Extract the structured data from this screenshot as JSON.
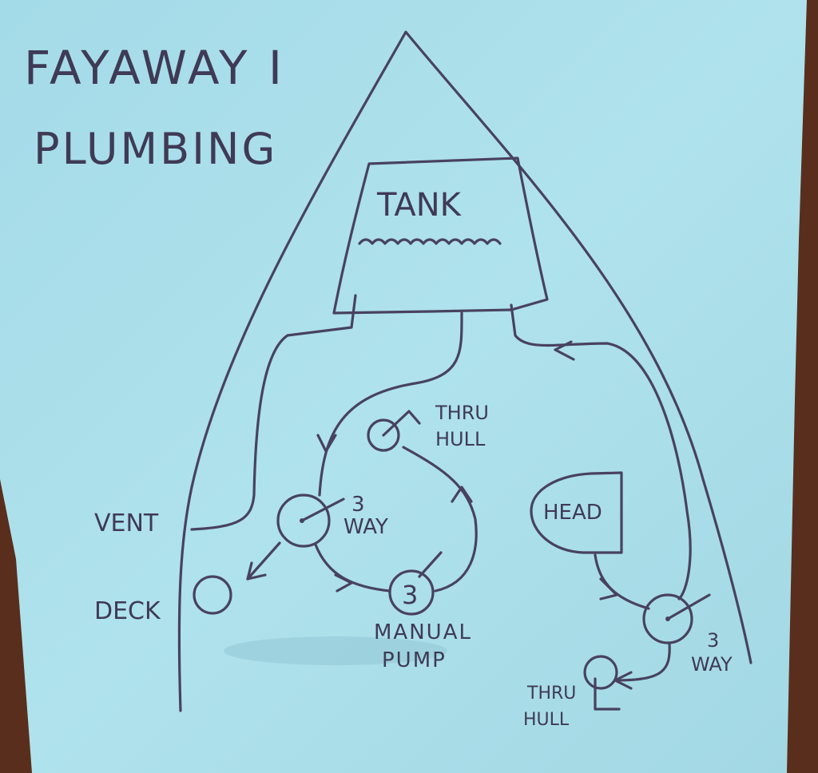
{
  "title": {
    "line1": "FAYAWAY I",
    "line2": "PLUMBING"
  },
  "labels": {
    "tank": "TANK",
    "thru_hull_top_1": "THRU",
    "thru_hull_top_2": "HULL",
    "three_way_left_1": "3",
    "three_way_left_2": "WAY",
    "vent": "VENT",
    "deck": "DECK",
    "pump_symbol": "3",
    "manual_pump_1": "MANUAL",
    "manual_pump_2": "PUMP",
    "head": "HEAD",
    "three_way_right_1": "3",
    "three_way_right_2": "WAY",
    "thru_hull_bottom_1": "THRU",
    "thru_hull_bottom_2": "HULL"
  },
  "colors": {
    "paper": "#a9dfea",
    "ink": "#48425e",
    "wood": "#5a2e1c"
  }
}
